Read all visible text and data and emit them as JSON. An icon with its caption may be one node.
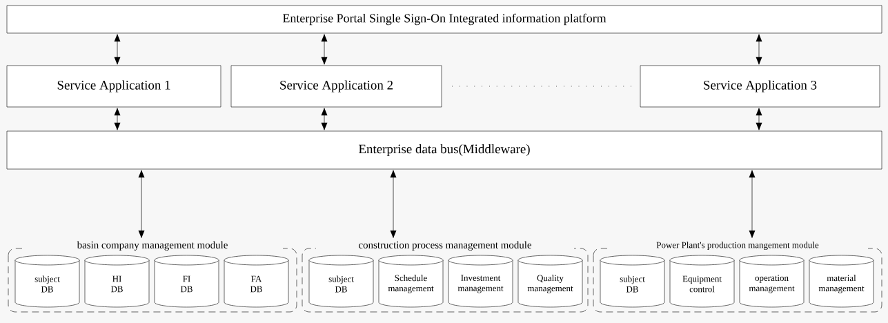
{
  "diagram": {
    "nodes": [
      {
        "text": [
          "Enterprise Portal Single Sign-On Integrated information platform"
        ]
      },
      {
        "text": [
          "Service Application 1"
        ]
      },
      {
        "text": [
          "Service Application 2"
        ]
      },
      {
        "text": [
          "Service Application 3"
        ]
      },
      {
        "text": [
          "Enterprise data bus(Middleware)"
        ]
      },
      {
        "text": [
          "basin company management module"
        ]
      },
      {
        "text": [
          "subject DB"
        ],
        "in": 5
      },
      {
        "text": [
          "HI DB"
        ],
        "in": 5
      },
      {
        "text": [
          "FI DB"
        ],
        "in": 5
      },
      {
        "text": [
          "FA DB"
        ],
        "in": 5
      },
      {
        "text": [
          "construction process management module"
        ]
      },
      {
        "text": [
          "subject DB"
        ],
        "in": 10
      },
      {
        "text": [
          "Schedule management"
        ],
        "in": 10
      },
      {
        "text": [
          "Investment management"
        ],
        "in": 10
      },
      {
        "text": [
          "Quality management"
        ],
        "in": 10
      },
      {
        "text": [
          "Power Plant's production mangement module"
        ]
      },
      {
        "text": [
          "subject DB"
        ],
        "in": 15
      },
      {
        "text": [
          "Equipment control"
        ],
        "in": 15
      },
      {
        "text": [
          "operation management"
        ],
        "in": 15
      },
      {
        "text": [
          "material management"
        ],
        "in": 15
      }
    ],
    "edges": [
      {
        "from": 0,
        "to": 1,
        "arrow": "both"
      },
      {
        "from": 0,
        "to": 2,
        "arrow": "both"
      },
      {
        "from": 0,
        "to": 3,
        "arrow": "both"
      },
      {
        "from": 1,
        "to": 4,
        "arrow": "both"
      },
      {
        "from": 2,
        "to": 4,
        "arrow": "both"
      },
      {
        "from": 3,
        "to": 4,
        "arrow": "both"
      },
      {
        "from": 4,
        "to": 5,
        "arrow": "both"
      },
      {
        "from": 4,
        "to": 10,
        "arrow": "both"
      },
      {
        "from": 4,
        "to": 15,
        "arrow": "both"
      }
    ]
  }
}
